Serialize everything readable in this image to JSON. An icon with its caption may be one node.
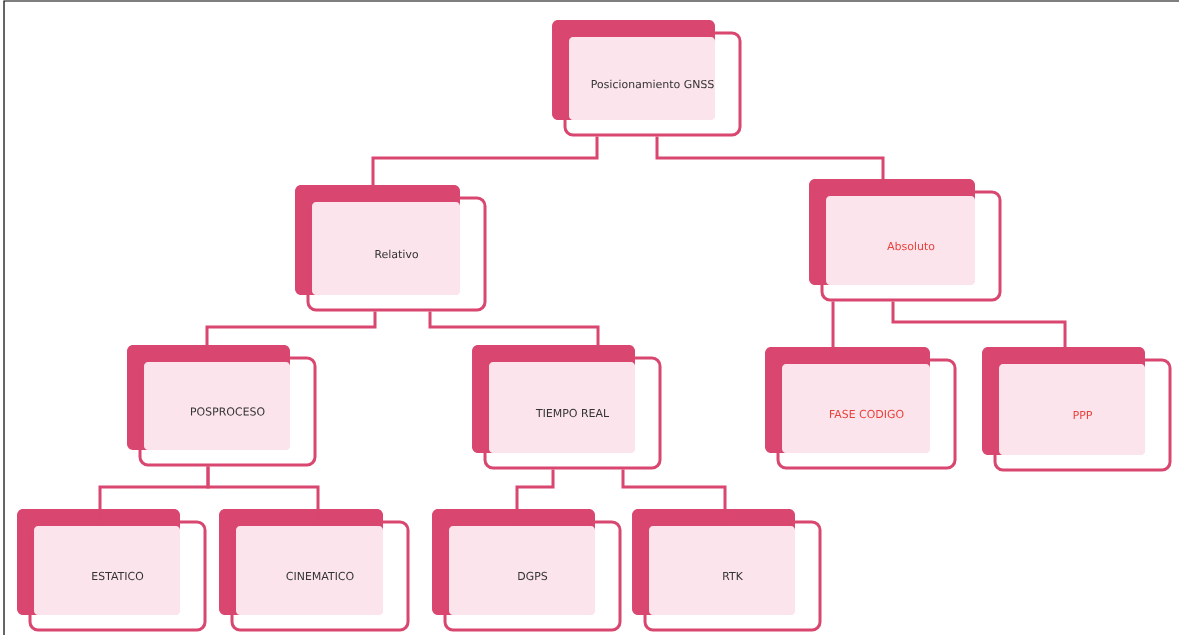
{
  "diagram": {
    "nodes": [
      {
        "text": [
          "Posicionamiento GNSS"
        ]
      },
      {
        "text": [
          "Relativo"
        ]
      },
      {
        "text": [
          "Absoluto"
        ]
      },
      {
        "text": [
          "POSPROCESO"
        ]
      },
      {
        "text": [
          "TIEMPO REAL"
        ]
      },
      {
        "text": [
          "FASE CODIGO"
        ]
      },
      {
        "text": [
          "PPP"
        ]
      },
      {
        "text": [
          "ESTATICO"
        ]
      },
      {
        "text": [
          "CINEMATICO"
        ]
      },
      {
        "text": [
          "DGPS"
        ]
      },
      {
        "text": [
          "RTK"
        ]
      }
    ],
    "edges": [
      {
        "from": 0,
        "to": 1,
        "arrow": "none"
      },
      {
        "from": 0,
        "to": 2,
        "arrow": "none"
      },
      {
        "from": 1,
        "to": 3,
        "arrow": "none"
      },
      {
        "from": 1,
        "to": 4,
        "arrow": "none"
      },
      {
        "from": 2,
        "to": 5,
        "arrow": "none"
      },
      {
        "from": 2,
        "to": 6,
        "arrow": "none"
      },
      {
        "from": 3,
        "to": 7,
        "arrow": "none"
      },
      {
        "from": 3,
        "to": 8,
        "arrow": "none"
      },
      {
        "from": 4,
        "to": 9,
        "arrow": "none"
      },
      {
        "from": 4,
        "to": 10,
        "arrow": "none"
      }
    ]
  }
}
